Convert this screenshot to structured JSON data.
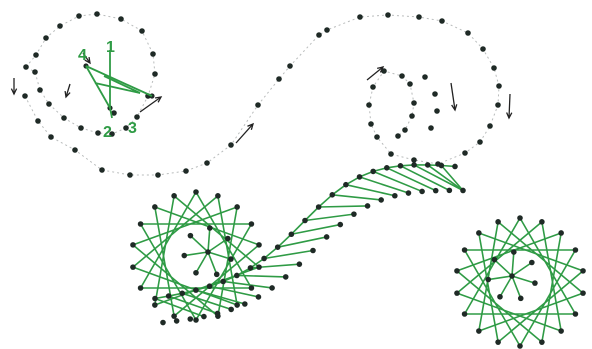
{
  "colors": {
    "background": "#ffffff",
    "dot": "#1f2a26",
    "guide": "#b9bcbc",
    "arrow": "#222222",
    "thread": "#2f9b45",
    "label": "#2f9b45"
  },
  "step_labels": [
    "1",
    "2",
    "3",
    "4"
  ],
  "icons": [
    "direction-arrow-icon"
  ]
}
